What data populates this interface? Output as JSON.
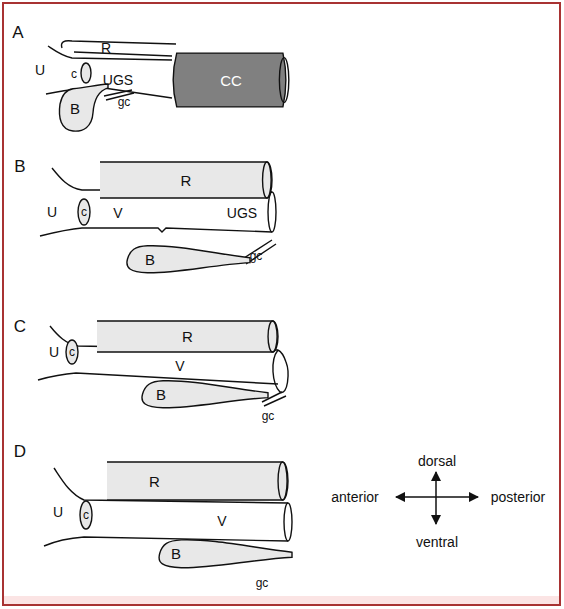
{
  "diagram": {
    "nodes": [
      {
        "text": [
          "CC"
        ]
      },
      {
        "text": [
          "B"
        ]
      },
      {
        "text": [
          "R"
        ]
      },
      {
        "text": [
          "B"
        ]
      },
      {
        "text": [
          "R"
        ]
      },
      {
        "text": [
          "B"
        ]
      },
      {
        "text": [
          "R"
        ]
      },
      {
        "text": [
          "B"
        ]
      }
    ],
    "labels": [
      "A",
      "R",
      "U",
      "c",
      "UGS",
      "gc",
      "B",
      "U",
      "c",
      "V",
      "UGS",
      "gc",
      "C",
      "U",
      "c",
      "V",
      "gc",
      "D",
      "U",
      "c",
      "V",
      "gc",
      "dorsal",
      "anterior",
      "posterior",
      "ventral"
    ]
  }
}
